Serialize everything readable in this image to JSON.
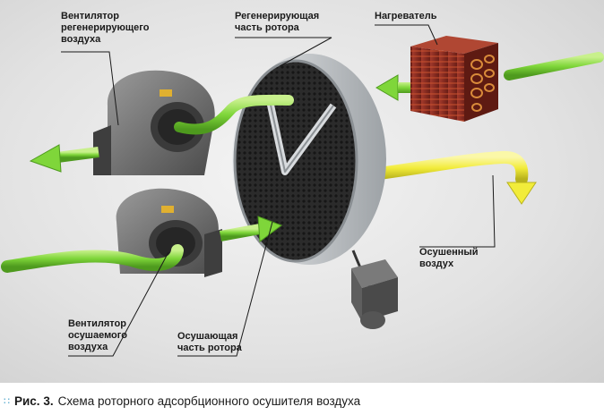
{
  "labels": {
    "regen_fan": [
      "Вентилятор",
      "регенерирующего",
      "воздуха"
    ],
    "regen_rotor": [
      "Регенерирующая",
      "часть ротора"
    ],
    "heater": [
      "Нагреватель"
    ],
    "dried_air": [
      "Осушенный",
      "воздух"
    ],
    "dry_fan": [
      "Вентилятор",
      "осушаемого",
      "воздуха"
    ],
    "dry_rotor": [
      "Осушающая",
      "часть ротора"
    ]
  },
  "caption": {
    "number": "Рис. 3.",
    "text": "Схема роторного адсорбционного осушителя воздуха"
  },
  "colors": {
    "green_flow": "#7fd63a",
    "yellow_flow": "#f2ec3a",
    "heater": "#8a2a20",
    "rotor_frame": "#c9cccf",
    "fan_body": "#6e6e6e"
  }
}
